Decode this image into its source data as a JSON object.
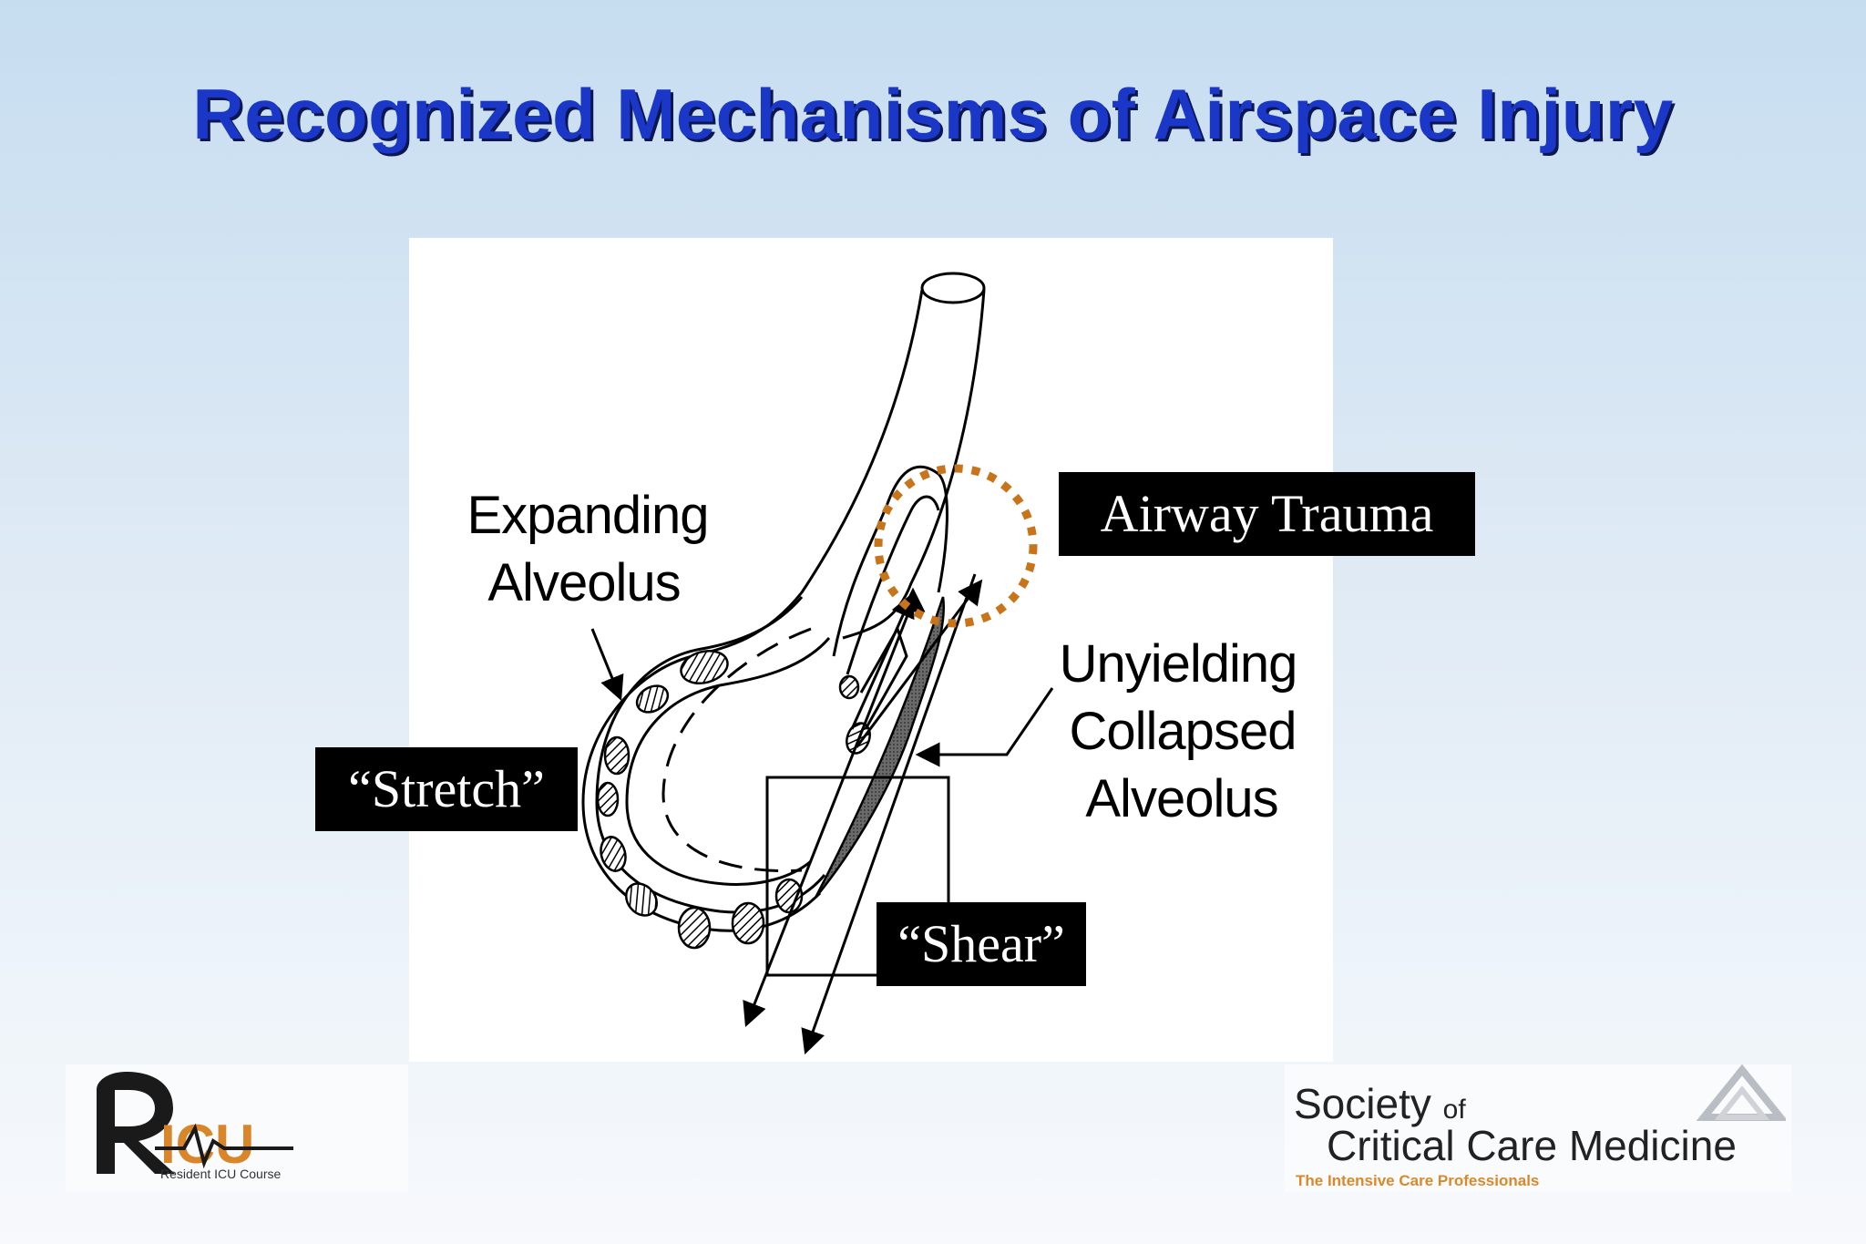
{
  "slide": {
    "title": "Recognized Mechanisms of Airspace Injury"
  },
  "diagram": {
    "labels": {
      "expanding_line1": "Expanding",
      "expanding_line2": "Alveolus",
      "unyielding_line1": "Unyielding",
      "unyielding_line2": "Collapsed",
      "unyielding_line3": "Alveolus"
    },
    "callouts": {
      "airway_trauma": "Airway Trauma",
      "stretch": "“Stretch”",
      "shear": "“Shear”"
    },
    "colors": {
      "title": "#1a37c8",
      "dotted_circle": "#c8741a",
      "callout_bg": "#000000",
      "collapsed_fill": "#555555"
    }
  },
  "logos": {
    "ricu": {
      "caption": "Resident ICU Course"
    },
    "sccm": {
      "society": "Society",
      "of": "of",
      "name": "Critical Care Medicine",
      "tagline": "The Intensive Care Professionals"
    }
  }
}
